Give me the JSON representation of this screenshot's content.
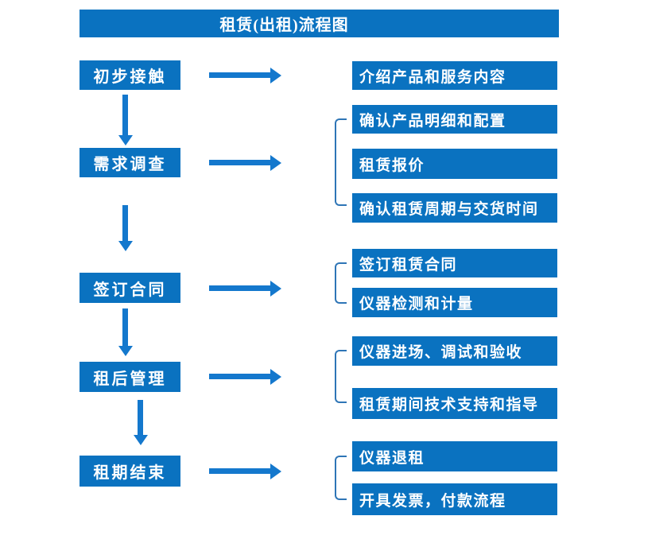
{
  "title": "租赁(出租)流程图",
  "steps": [
    {
      "label": "初步接触",
      "details": [
        "介绍产品和服务内容"
      ]
    },
    {
      "label": "需求调查",
      "details": [
        "确认产品明细和配置",
        "租赁报价",
        "确认租赁周期与交货时间"
      ]
    },
    {
      "label": "签订合同",
      "details": [
        "签订租赁合同",
        "仪器检测和计量"
      ]
    },
    {
      "label": "租后管理",
      "details": [
        "仪器进场、调试和验收",
        "租赁期间技术支持和指导"
      ]
    },
    {
      "label": "租期结束",
      "details": [
        "仪器退租",
        "开具发票，付款流程"
      ]
    }
  ],
  "colors": {
    "box_fill": "#0a72c0",
    "arrow": "#1478cd",
    "bracket": "#2e75b6",
    "text": "#ffffff",
    "background": "#ffffff"
  }
}
